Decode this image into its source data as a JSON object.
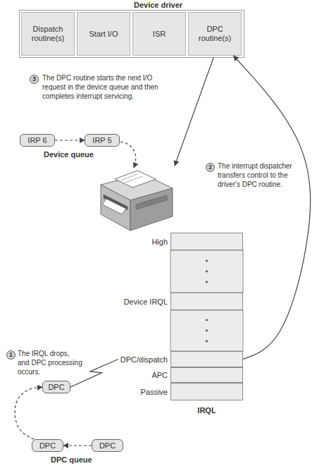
{
  "diagram": {
    "nodes": [
      {
        "text": [
          "Device driver"
        ]
      },
      {
        "text": [
          "Dispatch routine(s)"
        ],
        "in": 0
      },
      {
        "text": [
          "Start I/O"
        ],
        "in": 0
      },
      {
        "text": [
          "ISR"
        ],
        "in": 0
      },
      {
        "text": [
          "DPC routine(s)"
        ],
        "in": 0
      },
      {
        "text": [
          "IRP 6"
        ]
      },
      {
        "text": [
          "IRP 5"
        ]
      },
      {
        "text": [
          "IRQL"
        ]
      },
      {
        "text": [
          "High"
        ],
        "in": 7
      },
      {
        "text": [
          "Device IRQL"
        ],
        "in": 7
      },
      {
        "text": [
          "DPC/dispatch"
        ],
        "in": 7
      },
      {
        "text": [
          "APC"
        ],
        "in": 7
      },
      {
        "text": [
          "Passive"
        ],
        "in": 7
      },
      {
        "text": [
          "DPC"
        ]
      },
      {
        "text": [
          "DPC"
        ]
      },
      {
        "text": [
          "DPC"
        ]
      }
    ],
    "edges": [
      {
        "from": 5,
        "to": 6,
        "arrow": "to"
      },
      {
        "from": 10,
        "to": 4,
        "arrow": "to"
      },
      {
        "from": 13,
        "to": 10,
        "arrow": "none"
      },
      {
        "from": 15,
        "to": 14,
        "arrow": "to"
      },
      {
        "from": 14,
        "to": 13,
        "arrow": "to"
      }
    ],
    "labels": [
      "3",
      "The DPC routine starts the next I/O request in the device queue and then completes interrupt servicing.",
      "Device queue",
      "2",
      "The interrupt dispatcher transfers control to the driver's DPC routine.",
      "1",
      "The IRQL drops, and DPC processing occurs.",
      "DPC queue"
    ]
  }
}
